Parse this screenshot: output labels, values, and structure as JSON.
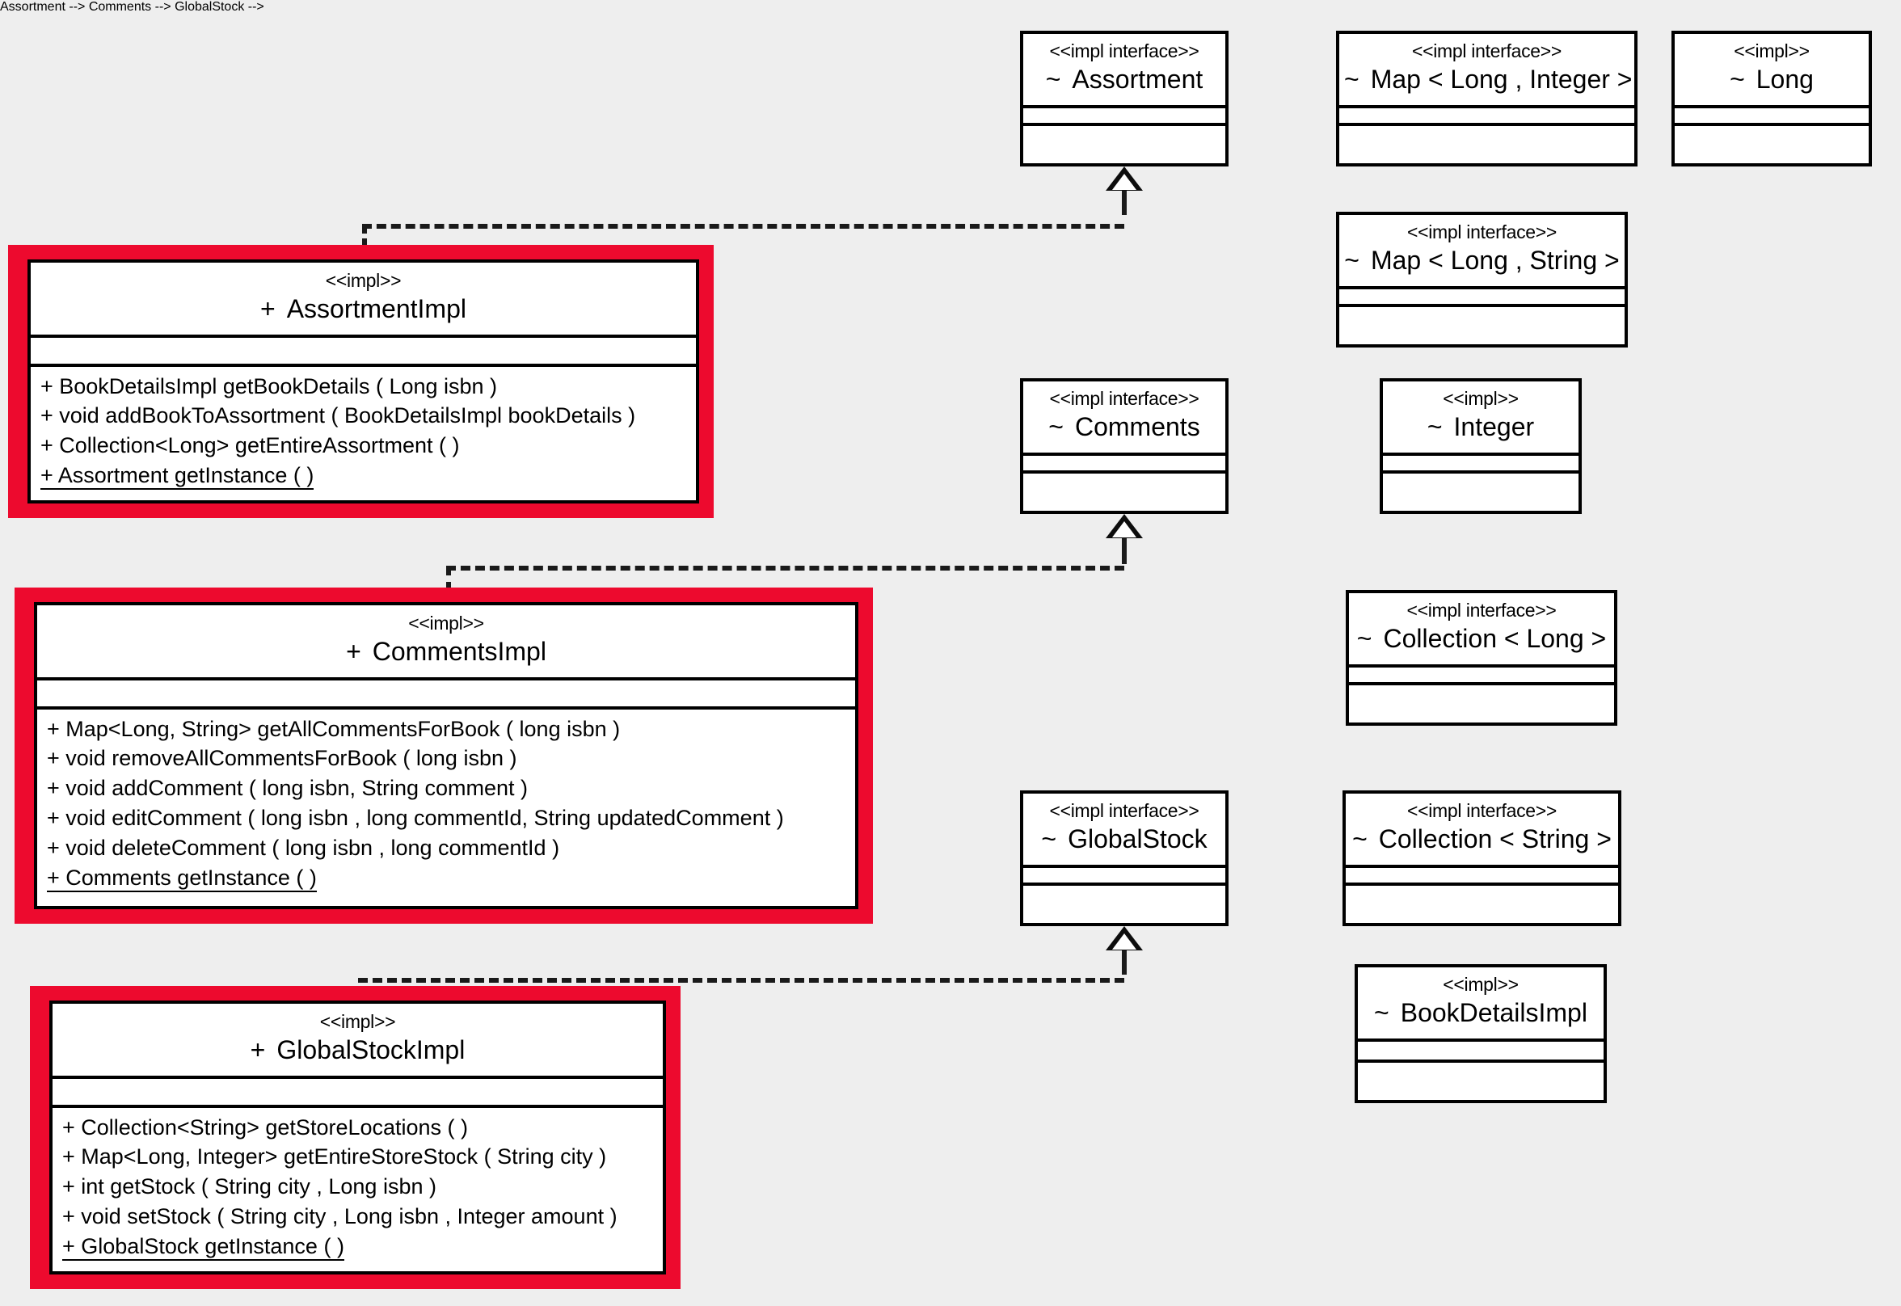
{
  "diagram": {
    "type": "uml-class-diagram",
    "background_color": "#eeeeee",
    "highlight_color": "#ED0A2E",
    "line_color": "#000000"
  },
  "interfaces": [
    {
      "id": "assortment",
      "stereotype": "<<impl interface>>",
      "visibility": "~",
      "name": "Assortment"
    },
    {
      "id": "map-long-integer",
      "stereotype": "<<impl interface>>",
      "visibility": "~",
      "name": "Map < Long ,  Integer >"
    },
    {
      "id": "long",
      "stereotype": "<<impl>>",
      "visibility": "~",
      "name": "Long"
    },
    {
      "id": "map-long-string",
      "stereotype": "<<impl interface>>",
      "visibility": "~",
      "name": "Map < Long ,  String >"
    },
    {
      "id": "comments",
      "stereotype": "<<impl interface>>",
      "visibility": "~",
      "name": "Comments"
    },
    {
      "id": "integer",
      "stereotype": "<<impl>>",
      "visibility": "~",
      "name": "Integer"
    },
    {
      "id": "collection-long",
      "stereotype": "<<impl interface>>",
      "visibility": "~",
      "name": "Collection < Long >"
    },
    {
      "id": "globalstock",
      "stereotype": "<<impl interface>>",
      "visibility": "~",
      "name": "GlobalStock"
    },
    {
      "id": "collection-string",
      "stereotype": "<<impl interface>>",
      "visibility": "~",
      "name": "Collection < String >"
    },
    {
      "id": "bookdetailsimpl",
      "stereotype": "<<impl>>",
      "visibility": "~",
      "name": "BookDetailsImpl"
    }
  ],
  "classes": [
    {
      "id": "assortment-impl",
      "stereotype": "<<impl>>",
      "visibility": "+",
      "name": "AssortmentImpl",
      "attributes": [],
      "operations": [
        {
          "text": "+ BookDetailsImpl getBookDetails ( Long isbn )",
          "static": false
        },
        {
          "text": "+ void addBookToAssortment ( BookDetailsImpl bookDetails )",
          "static": false
        },
        {
          "text": "+ Collection<Long> getEntireAssortment ( )",
          "static": false
        },
        {
          "text": "+ Assortment getInstance ( )",
          "static": true
        }
      ]
    },
    {
      "id": "comments-impl",
      "stereotype": "<<impl>>",
      "visibility": "+",
      "name": "CommentsImpl",
      "attributes": [],
      "operations": [
        {
          "text": "+ Map<Long, String> getAllCommentsForBook ( long isbn )",
          "static": false
        },
        {
          "text": "+ void removeAllCommentsForBook ( long isbn )",
          "static": false
        },
        {
          "text": "+ void addComment ( long isbn, String comment )",
          "static": false
        },
        {
          "text": "+ void editComment ( long isbn , long commentId, String updatedComment )",
          "static": false
        },
        {
          "text": "+ void deleteComment ( long isbn , long commentId )",
          "static": false
        },
        {
          "text": "+ Comments getInstance ( )",
          "static": true
        }
      ]
    },
    {
      "id": "globalstock-impl",
      "stereotype": "<<impl>>",
      "visibility": "+",
      "name": "GlobalStockImpl",
      "attributes": [],
      "operations": [
        {
          "text": "+ Collection<String> getStoreLocations ( )",
          "static": false
        },
        {
          "text": "+ Map<Long, Integer> getEntireStoreStock ( String city )",
          "static": false
        },
        {
          "text": "+ int getStock ( String city , Long isbn )",
          "static": false
        },
        {
          "text": "+ void setStock ( String city , Long isbn , Integer amount )",
          "static": false
        },
        {
          "text": "+ GlobalStock getInstance ( )",
          "static": true
        }
      ]
    }
  ],
  "relationships": [
    {
      "id": "rel-assortment",
      "type": "realization",
      "source": "assortment-impl",
      "target": "assortment"
    },
    {
      "id": "rel-comments",
      "type": "realization",
      "source": "comments-impl",
      "target": "comments"
    },
    {
      "id": "rel-globalstock",
      "type": "realization",
      "source": "globalstock-impl",
      "target": "globalstock"
    }
  ]
}
